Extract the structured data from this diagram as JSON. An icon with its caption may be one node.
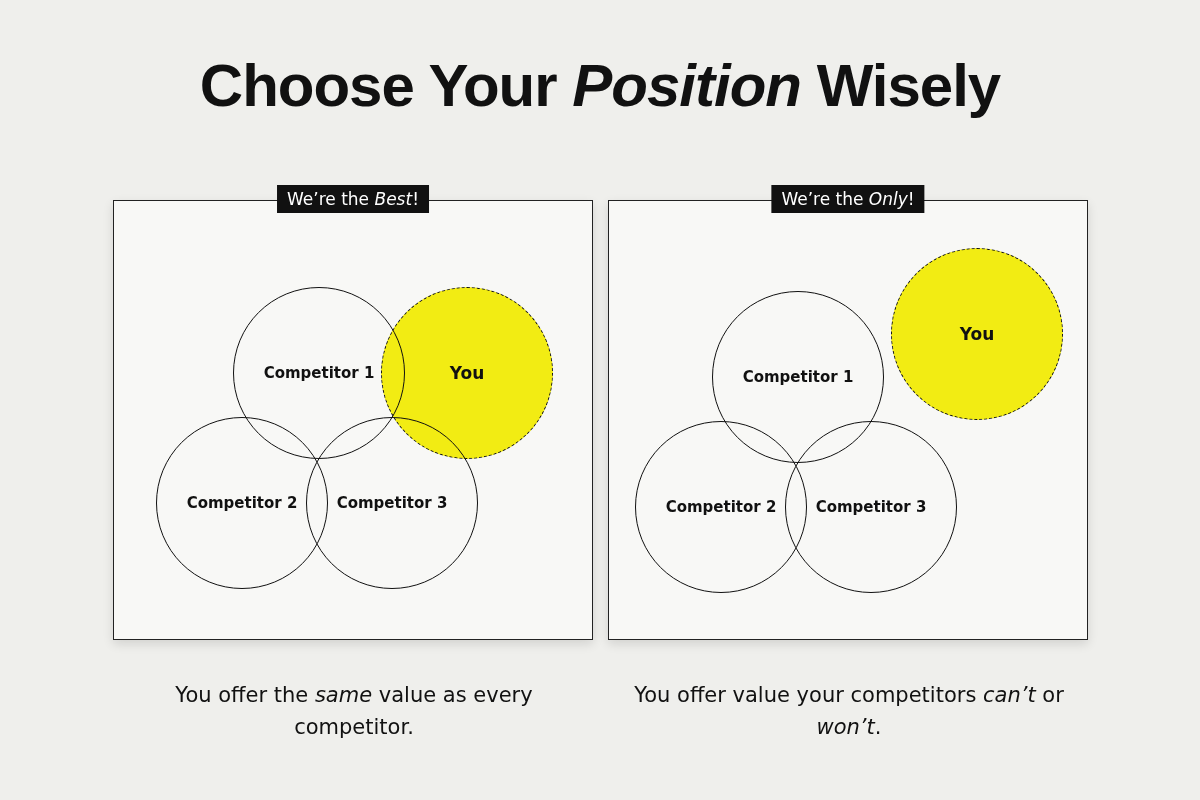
{
  "diagram": {
    "title": "Choose Your *Position* Wisely",
    "nodes": [
      {
        "text": [
          "We’re the *Best*!"
        ],
        "beside": [
          "You offer the *same* value as every competitor."
        ]
      },
      {
        "text": [
          "Competitor 1"
        ],
        "in": 0
      },
      {
        "text": [
          "You"
        ],
        "in": 0
      },
      {
        "text": [
          "Competitor 2"
        ],
        "in": 0
      },
      {
        "text": [
          "Competitor 3"
        ],
        "in": 0
      },
      {
        "text": [
          "We’re the *Only*!"
        ],
        "beside": [
          "You offer value your competitors *can’t* or *won’t*."
        ]
      },
      {
        "text": [
          "Competitor 1"
        ],
        "in": 5
      },
      {
        "text": [
          "You"
        ],
        "in": 5
      },
      {
        "text": [
          "Competitor 2"
        ],
        "in": 5
      },
      {
        "text": [
          "Competitor 3"
        ],
        "in": 5
      }
    ]
  }
}
